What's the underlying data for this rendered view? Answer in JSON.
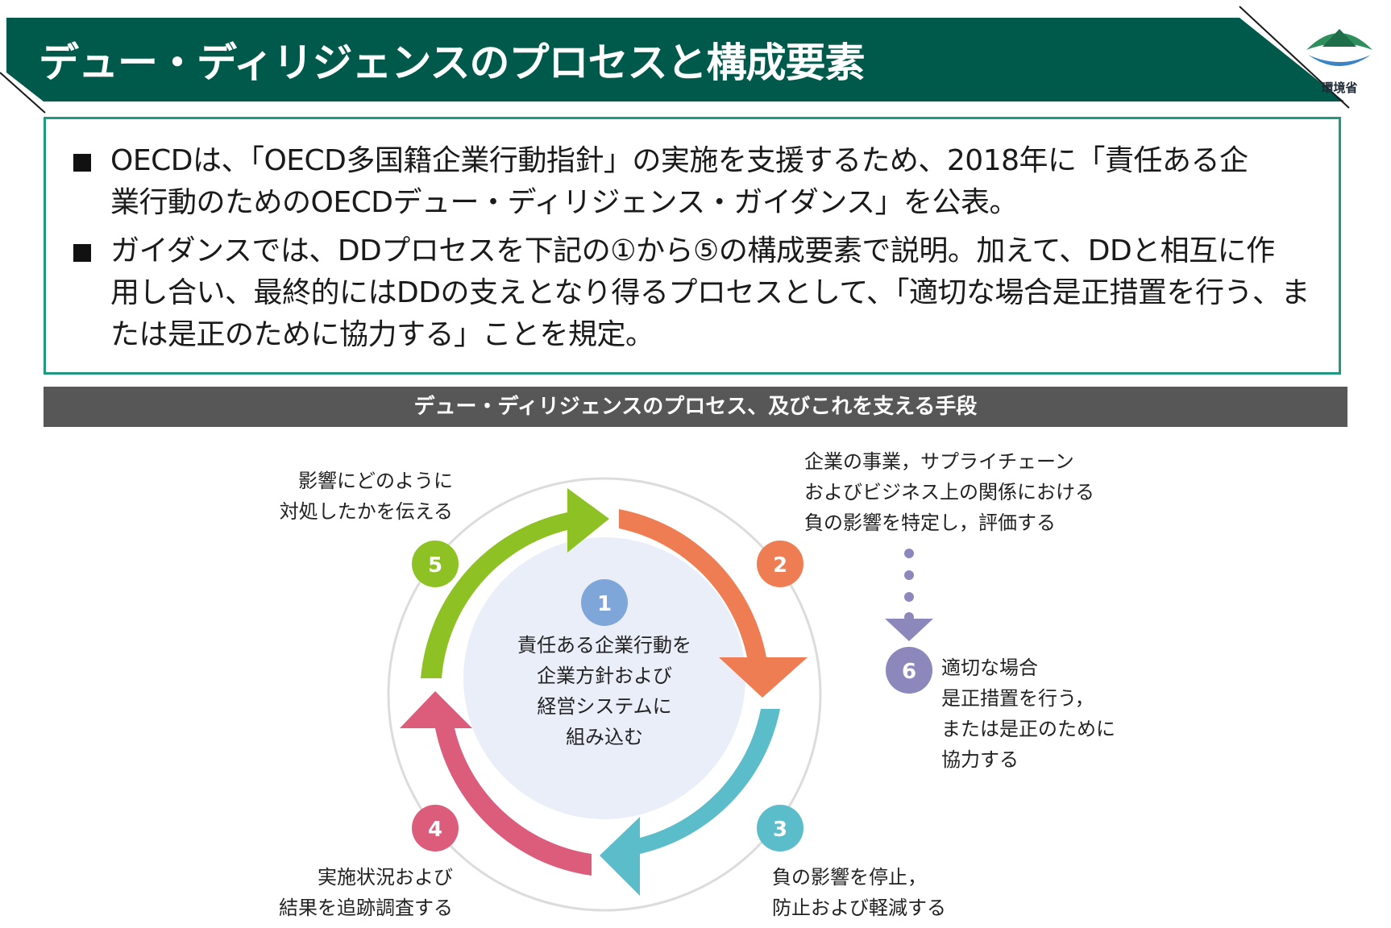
{
  "header": {
    "title": "デュー・ディリジェンスのプロセスと構成要素",
    "logo_text": "環境省"
  },
  "summary": {
    "bullets": [
      [
        "OECDは、「OECD多国籍企業行動指針」の実施を支援するため、2018年に「責任ある企",
        "業行動のためのOECDデュー・ディリジェンス・ガイダンス」を公表。"
      ],
      [
        "ガイダンスでは、DDプロセスを下記の①から⑤の構成要素で説明。加えて、DDと相互に作",
        "用し合い、最終的にはDDの支えとなり得るプロセスとして、「適切な場合是正措置を行う、ま",
        "たは是正のために協力する」ことを規定。"
      ]
    ]
  },
  "section_bar": {
    "label": "デュー・ディリジェンスのプロセス、及びこれを支える手段"
  },
  "diagram": {
    "steps": [
      {
        "number": "1",
        "color": "#7fa6d8",
        "lines": [
          "責任ある企業行動を",
          "企業方針および",
          "経営システムに",
          "組み込む"
        ]
      },
      {
        "number": "2",
        "color": "#ef7d53",
        "lines": [
          "企業の事業，サプライチェーン",
          "およびビジネス上の関係における",
          "負の影響を特定し，評価する"
        ]
      },
      {
        "number": "3",
        "color": "#5bbcca",
        "lines": [
          "負の影響を停止，",
          "防止および軽減する"
        ]
      },
      {
        "number": "4",
        "color": "#dc5c7c",
        "lines": [
          "実施状況および",
          "結果を追跡調査する"
        ]
      },
      {
        "number": "5",
        "color": "#8ec224",
        "lines": [
          "影響にどのように",
          "対処したかを伝える"
        ]
      },
      {
        "number": "6",
        "color": "#8c88bc",
        "lines": [
          "適切な場合",
          "是正措置を行う，",
          "または是正のために",
          "協力する"
        ]
      }
    ],
    "colors": {
      "outer_ring": "#dcdcdc",
      "center_fill": "#e9eef8",
      "dots": "#8c88bc"
    }
  }
}
